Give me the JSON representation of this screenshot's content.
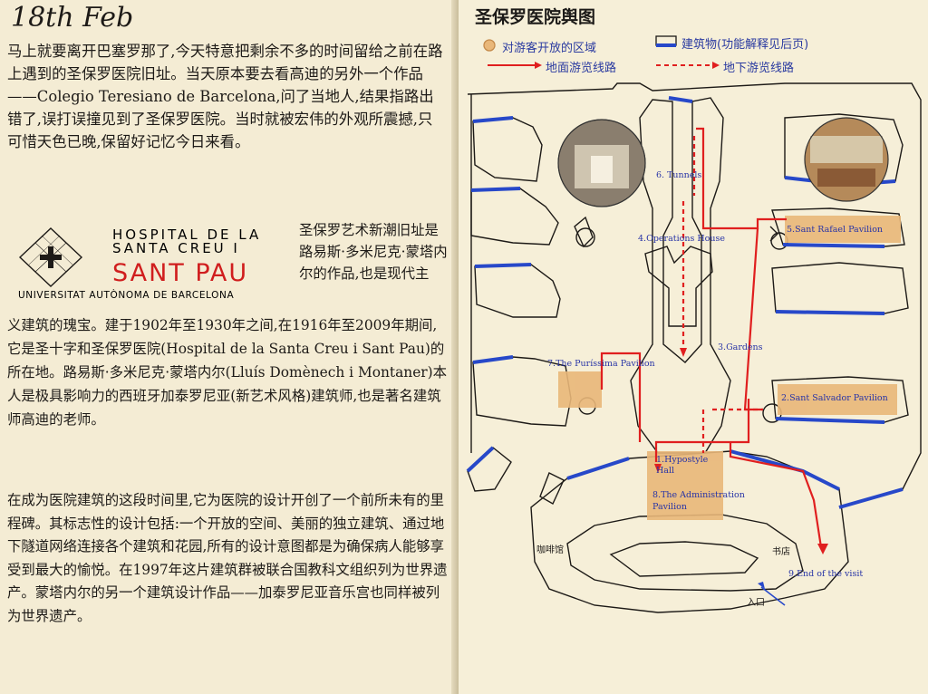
{
  "left_page": {
    "date": "18th Feb",
    "paragraph_1": "马上就要离开巴塞罗那了,今天特意把剩余不多的时间留给之前在路上遇到的圣保罗医院旧址。当天原本要去看高迪的另外一个作品——Colegio Teresiano de Barcelona,问了当地人,结果指路出错了,误打误撞见到了圣保罗医院。当时就被宏伟的外观所震撼,只可惜天色已晚,保留好记忆今日来看。",
    "logo": {
      "line_1": "HOSPITAL DE LA",
      "line_2": "SANTA CREU I",
      "line_3": "SANT PAU",
      "university": "UNIVERSITAT AUTÒNOMA DE BARCELONA"
    },
    "paragraph_2": "圣保罗艺术新潮旧址是路易斯·多米尼克·蒙塔内尔的作品,也是现代主",
    "paragraph_3": "义建筑的瑰宝。建于1902年至1930年之间,在1916年至2009年期间,它是圣十字和圣保罗医院(Hospital de la Santa Creu i Sant Pau)的所在地。路易斯·多米尼克·蒙塔内尔(Lluís Domènech i Montaner)本人是极具影响力的西班牙加泰罗尼亚(新艺术风格)建筑师,也是著名建筑师高迪的老师。",
    "paragraph_4": "在成为医院建筑的这段时间里,它为医院的设计开创了一个前所未有的里程碑。其标志性的设计包括:一个开放的空间、美丽的独立建筑、通过地下隧道网络连接各个建筑和花园,所有的设计意图都是为确保病人能够享受到最大的愉悦。在1997年这片建筑群被联合国教科文组织列为世界遗产。蒙塔内尔的另一个建筑设计作品——加泰罗尼亚音乐宫也同样被列为世界遗产。"
  },
  "right_page": {
    "title": "圣保罗医院舆图",
    "legend": {
      "open_area": "对游客开放的区域",
      "building": "建筑物(功能解释见后页)",
      "ground_route": "地面游览线路",
      "underground_route": "地下游览线路"
    },
    "labels": {
      "tunnels": "6. Tunnels",
      "operations_house": "4.Operations House",
      "gardens": "3.Gardens",
      "rafael": "5.Sant Rafael Pavilion",
      "purissima": "7.The Puríssima Pavilion",
      "salvador": "2.Sant Salvador Pavilion",
      "hypostyle": "1.Hypostyle Hall",
      "administration": "8.The Administration Pavilion",
      "end": "9.End of the visit",
      "cafe": "咖啡馆",
      "bookshop": "书店",
      "entrance": "入口"
    }
  },
  "colors": {
    "paper": "#f4ecd4",
    "ink": "#1d1a17",
    "red_route": "#e01f1f",
    "blue_building": "#2748c9",
    "open_area": "#e9b779"
  }
}
